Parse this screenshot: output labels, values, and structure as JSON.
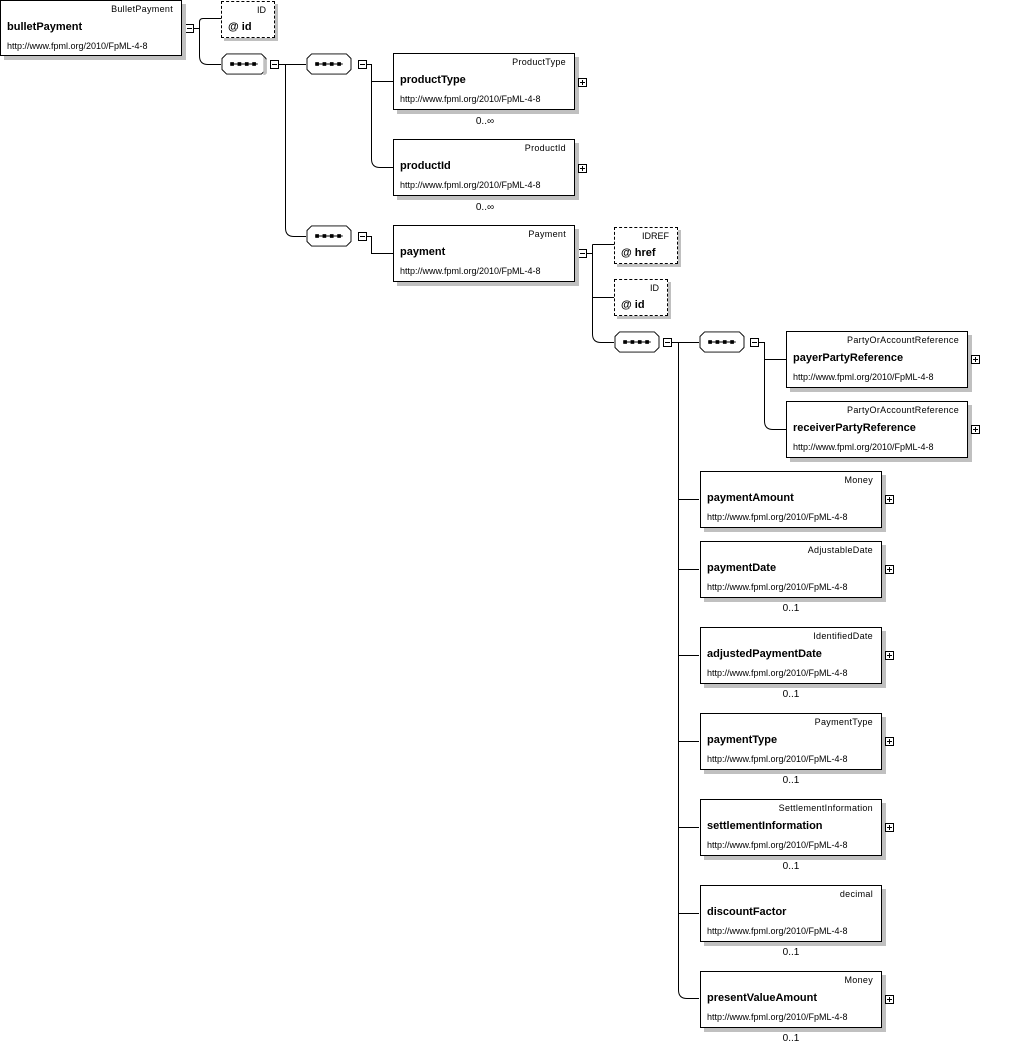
{
  "root": {
    "type": "BulletPayment",
    "name": "bulletPayment",
    "ns": "http://www.fpml.org/2010/FpML-4-8"
  },
  "root_attr": {
    "type": "ID",
    "name": "@ id"
  },
  "product_children": [
    {
      "type": "ProductType",
      "name": "productType",
      "ns": "http://www.fpml.org/2010/FpML-4-8",
      "card": "0..∞"
    },
    {
      "type": "ProductId",
      "name": "productId",
      "ns": "http://www.fpml.org/2010/FpML-4-8",
      "card": "0..∞"
    }
  ],
  "payment": {
    "type": "Payment",
    "name": "payment",
    "ns": "http://www.fpml.org/2010/FpML-4-8"
  },
  "payment_attrs": [
    {
      "type": "IDREF",
      "name": "@ href"
    },
    {
      "type": "ID",
      "name": "@ id"
    }
  ],
  "party_refs": [
    {
      "type": "PartyOrAccountReference",
      "name": "payerPartyReference",
      "ns": "http://www.fpml.org/2010/FpML-4-8"
    },
    {
      "type": "PartyOrAccountReference",
      "name": "receiverPartyReference",
      "ns": "http://www.fpml.org/2010/FpML-4-8"
    }
  ],
  "payment_children": [
    {
      "type": "Money",
      "name": "paymentAmount",
      "ns": "http://www.fpml.org/2010/FpML-4-8",
      "card": ""
    },
    {
      "type": "AdjustableDate",
      "name": "paymentDate",
      "ns": "http://www.fpml.org/2010/FpML-4-8",
      "card": "0..1"
    },
    {
      "type": "IdentifiedDate",
      "name": "adjustedPaymentDate",
      "ns": "http://www.fpml.org/2010/FpML-4-8",
      "card": "0..1"
    },
    {
      "type": "PaymentType",
      "name": "paymentType",
      "ns": "http://www.fpml.org/2010/FpML-4-8",
      "card": "0..1"
    },
    {
      "type": "SettlementInformation",
      "name": "settlementInformation",
      "ns": "http://www.fpml.org/2010/FpML-4-8",
      "card": "0..1"
    },
    {
      "type": "decimal",
      "name": "discountFactor",
      "ns": "http://www.fpml.org/2010/FpML-4-8",
      "card": "0..1"
    },
    {
      "type": "Money",
      "name": "presentValueAmount",
      "ns": "http://www.fpml.org/2010/FpML-4-8",
      "card": "0..1"
    }
  ]
}
